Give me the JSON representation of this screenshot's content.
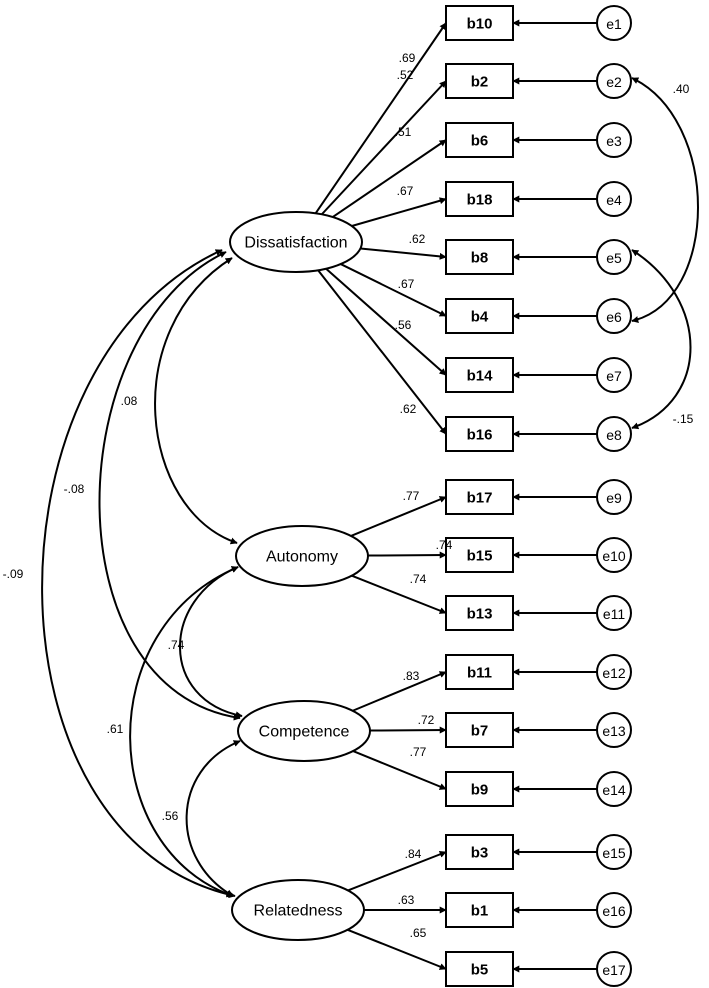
{
  "factors": [
    {
      "id": "dis",
      "label": "Dissatisfaction"
    },
    {
      "id": "aut",
      "label": "Autonomy"
    },
    {
      "id": "com",
      "label": "Competence"
    },
    {
      "id": "rel",
      "label": "Relatedness"
    }
  ],
  "items": [
    {
      "id": "b10",
      "label": "b10",
      "error": "e1",
      "factor": "dis",
      "loading": ".69"
    },
    {
      "id": "b2",
      "label": "b2",
      "error": "e2",
      "factor": "dis",
      "loading": ".52"
    },
    {
      "id": "b6",
      "label": "b6",
      "error": "e3",
      "factor": "dis",
      "loading": ".51"
    },
    {
      "id": "b18",
      "label": "b18",
      "error": "e4",
      "factor": "dis",
      "loading": ".67"
    },
    {
      "id": "b8",
      "label": "b8",
      "error": "e5",
      "factor": "dis",
      "loading": ".62"
    },
    {
      "id": "b4",
      "label": "b4",
      "error": "e6",
      "factor": "dis",
      "loading": ".67"
    },
    {
      "id": "b14",
      "label": "b14",
      "error": "e7",
      "factor": "dis",
      "loading": ".56"
    },
    {
      "id": "b16",
      "label": "b16",
      "error": "e8",
      "factor": "dis",
      "loading": ".62"
    },
    {
      "id": "b17",
      "label": "b17",
      "error": "e9",
      "factor": "aut",
      "loading": ".77"
    },
    {
      "id": "b15",
      "label": "b15",
      "error": "e10",
      "factor": "aut",
      "loading": ".74"
    },
    {
      "id": "b13",
      "label": "b13",
      "error": "e11",
      "factor": "aut",
      "loading": ".74"
    },
    {
      "id": "b11",
      "label": "b11",
      "error": "e12",
      "factor": "com",
      "loading": ".83"
    },
    {
      "id": "b7",
      "label": "b7",
      "error": "e13",
      "factor": "com",
      "loading": ".72"
    },
    {
      "id": "b9",
      "label": "b9",
      "error": "e14",
      "factor": "com",
      "loading": ".77"
    },
    {
      "id": "b3",
      "label": "b3",
      "error": "e15",
      "factor": "rel",
      "loading": ".84"
    },
    {
      "id": "b1",
      "label": "b1",
      "error": "e16",
      "factor": "rel",
      "loading": ".63"
    },
    {
      "id": "b5",
      "label": "b5",
      "error": "e17",
      "factor": "rel",
      "loading": ".65"
    }
  ],
  "factor_correlations": [
    {
      "from": "dis",
      "to": "aut",
      "value": ".08"
    },
    {
      "from": "dis",
      "to": "com",
      "value": "-.08"
    },
    {
      "from": "dis",
      "to": "rel",
      "value": "-.09"
    },
    {
      "from": "aut",
      "to": "com",
      "value": ".74"
    },
    {
      "from": "aut",
      "to": "rel",
      "value": ".61"
    },
    {
      "from": "com",
      "to": "rel",
      "value": ".56"
    }
  ],
  "error_covariances": [
    {
      "from": "e2",
      "to": "e6",
      "value": ".40"
    },
    {
      "from": "e5",
      "to": "e8",
      "value": "-.15"
    }
  ]
}
